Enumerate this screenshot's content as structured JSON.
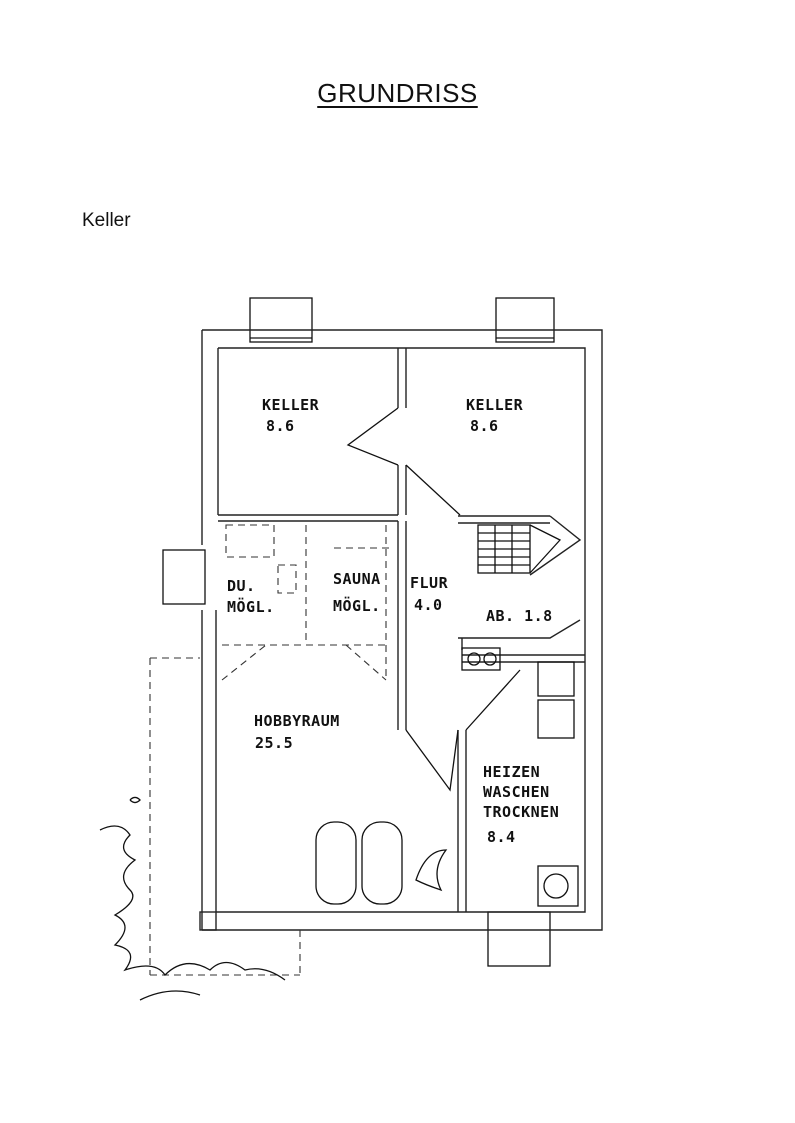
{
  "page": {
    "title": "GRUNDRISS",
    "floor": "Keller"
  },
  "rooms": {
    "keller_left": {
      "name": "KELLER",
      "area": "8.6"
    },
    "keller_right": {
      "name": "KELLER",
      "area": "8.6"
    },
    "dusche": {
      "line1": "DU.",
      "line2": "MÖGL."
    },
    "sauna": {
      "line1": "SAUNA",
      "line2": "MÖGL."
    },
    "flur": {
      "name": "FLUR",
      "area": "4.0"
    },
    "abstell": {
      "label": "AB. 1.8"
    },
    "hobby": {
      "name": "HOBBYRAUM",
      "area": "25.5"
    },
    "heizen": {
      "line1": "HEIZEN",
      "line2": "WASCHEN",
      "line3": "TROCKNEN",
      "area": "8.4"
    }
  }
}
